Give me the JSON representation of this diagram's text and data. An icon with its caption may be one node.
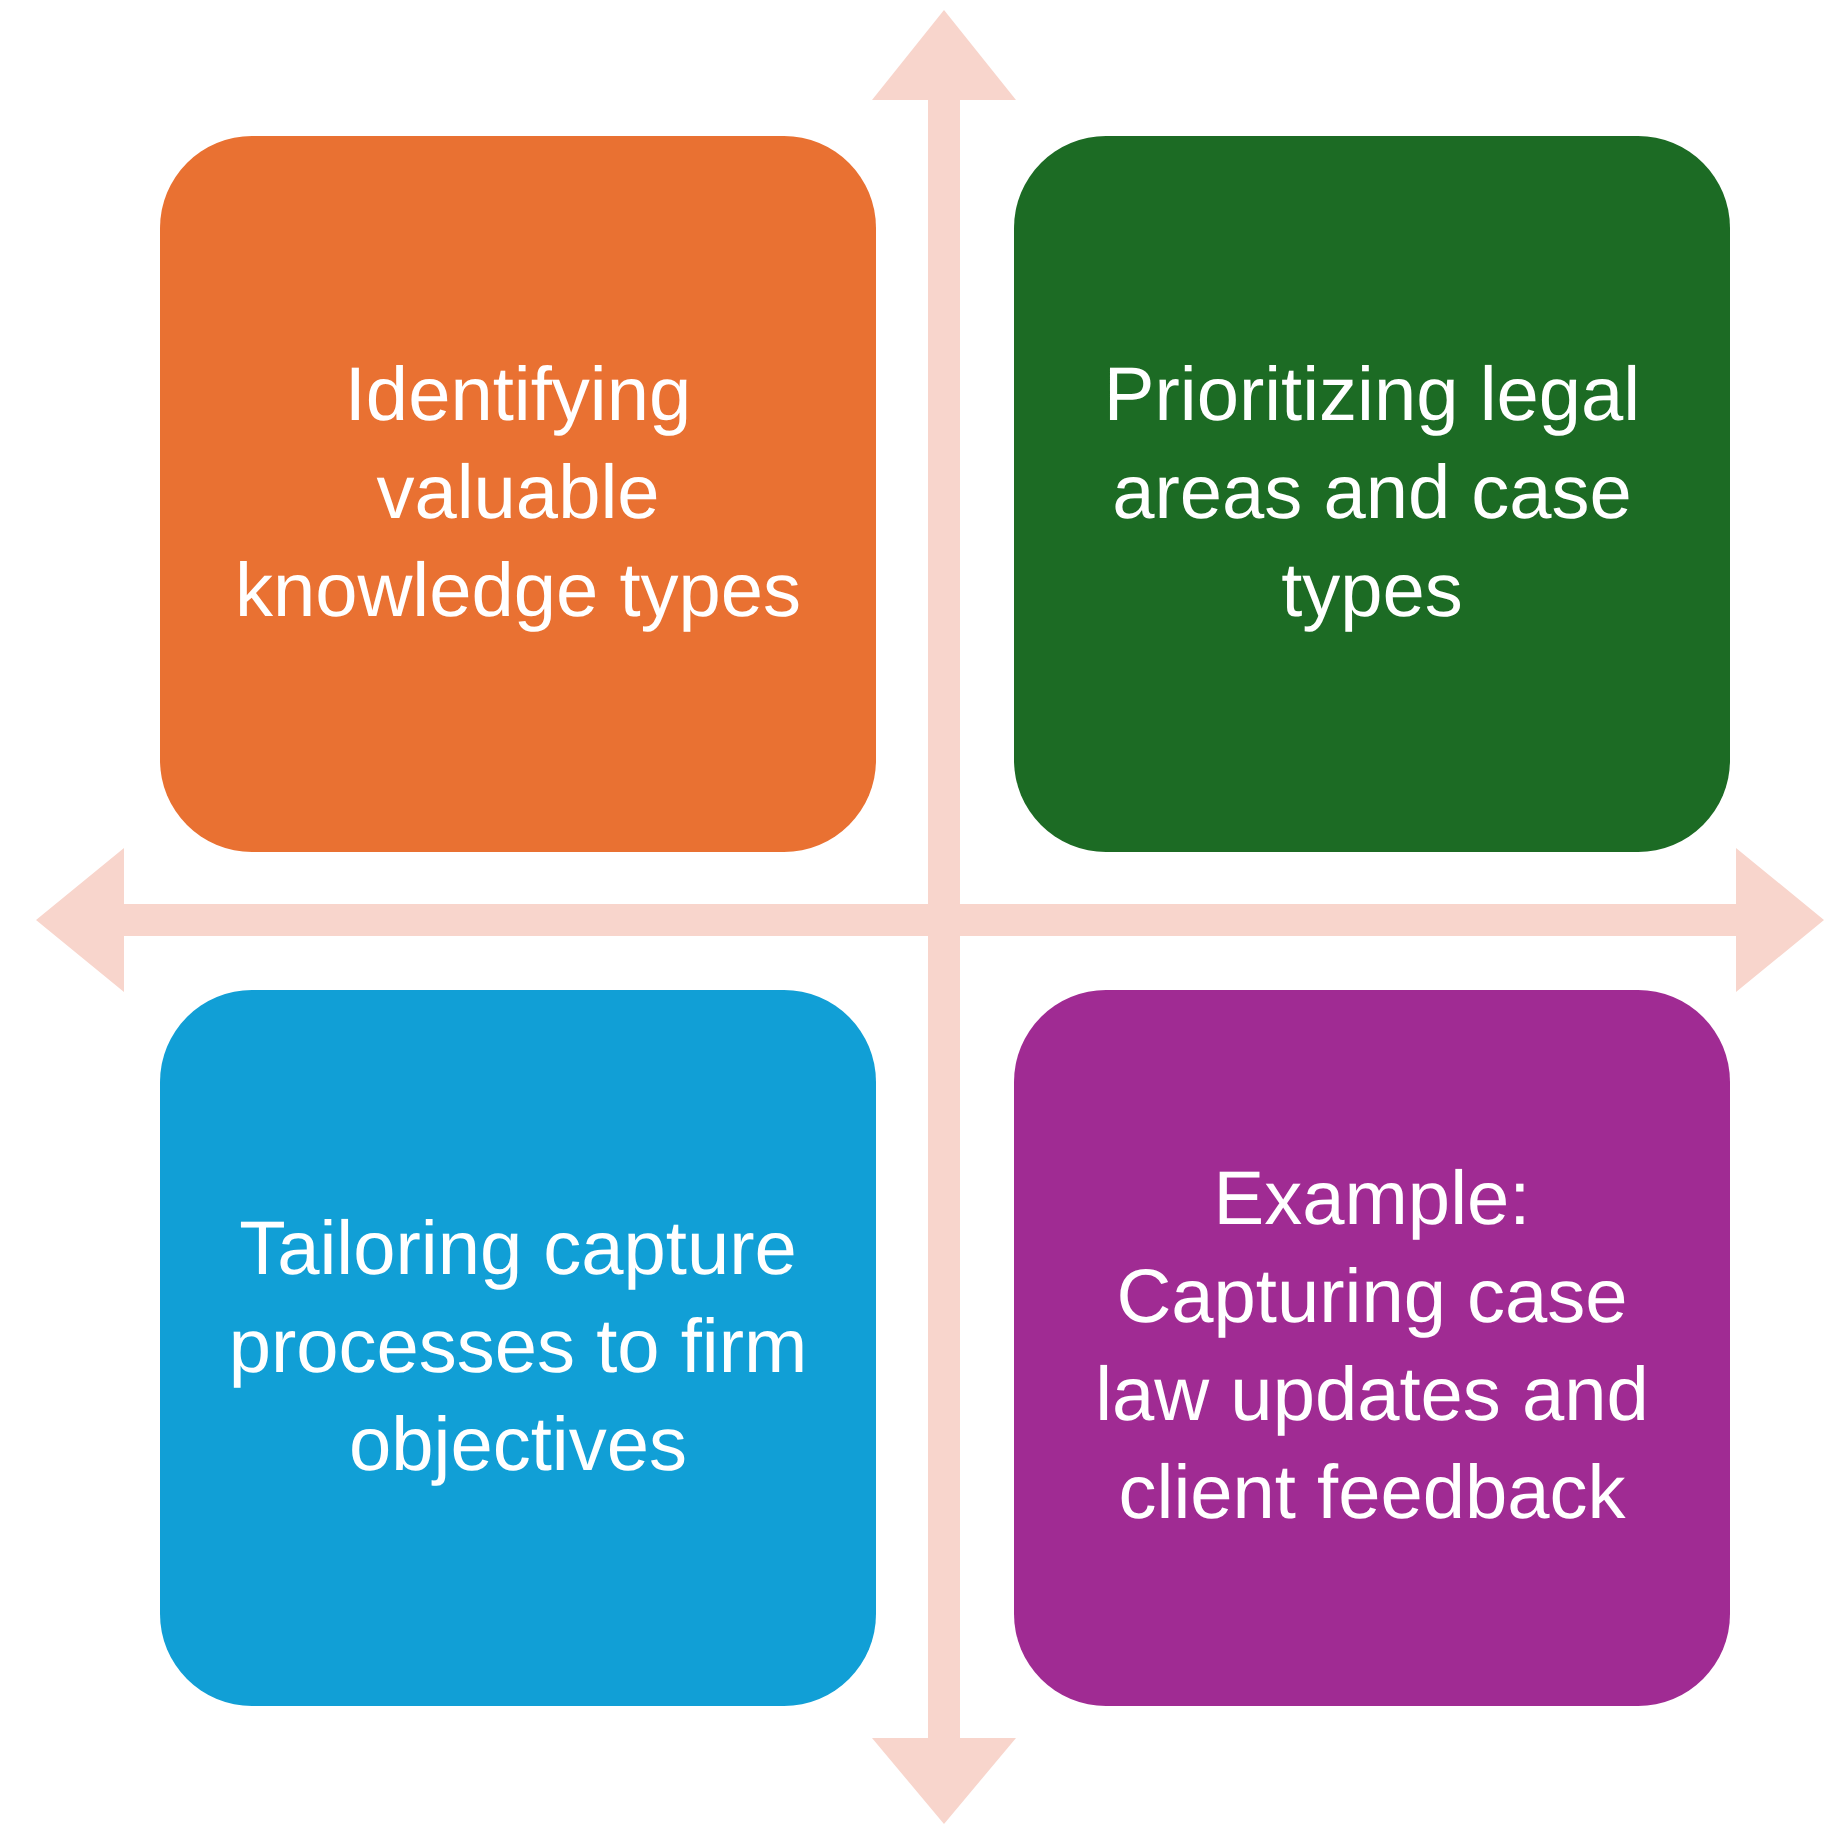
{
  "diagram": {
    "nodes": [
      {
        "text": [
          "Identifying valuable knowledge types"
        ]
      },
      {
        "text": [
          "Prioritizing legal areas and case types"
        ]
      },
      {
        "text": [
          "Tailoring capture processes to firm objectives"
        ]
      },
      {
        "text": [
          "Example: Capturing case law updates and client feedback"
        ]
      }
    ]
  }
}
